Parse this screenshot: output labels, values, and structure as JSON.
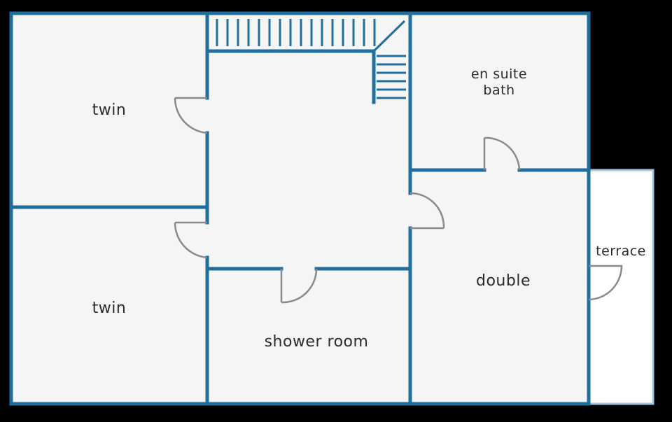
{
  "colors": {
    "background": "#000000",
    "floor": "#f5f5f5",
    "terrace_floor": "#ffffff",
    "wall": "#1f6e9e",
    "terrace_border": "#9fc6de",
    "door": "#8a8a8a",
    "label": "#2b2b2b"
  },
  "rooms": {
    "twin_top": "twin",
    "twin_bottom": "twin",
    "en_suite_line1": "en suite",
    "en_suite_line2": "bath",
    "double": "double",
    "shower_room": "shower room",
    "terrace": "terrace"
  }
}
